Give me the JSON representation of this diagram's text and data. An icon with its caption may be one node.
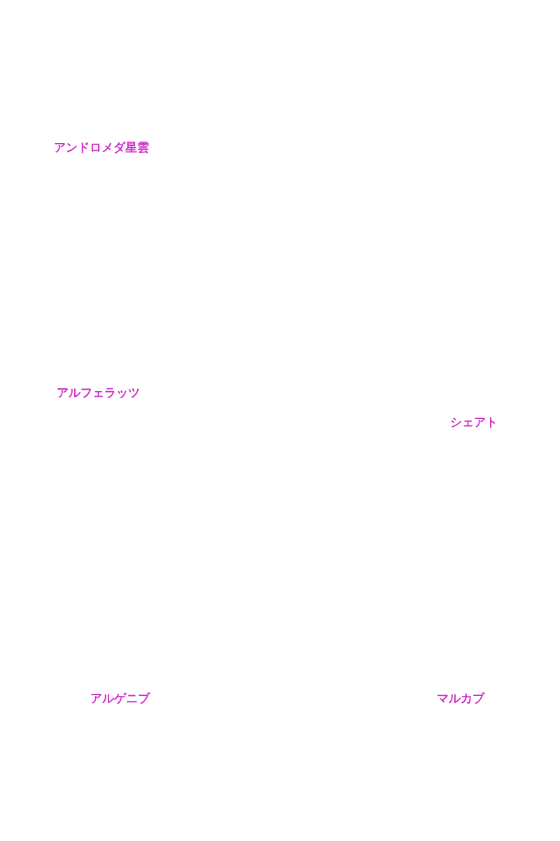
{
  "diagram": {
    "labels": [
      "アンドロメダ星雲",
      "アルフェラッツ",
      "シェアト",
      "アルゲニブ",
      "マルカブ"
    ]
  }
}
